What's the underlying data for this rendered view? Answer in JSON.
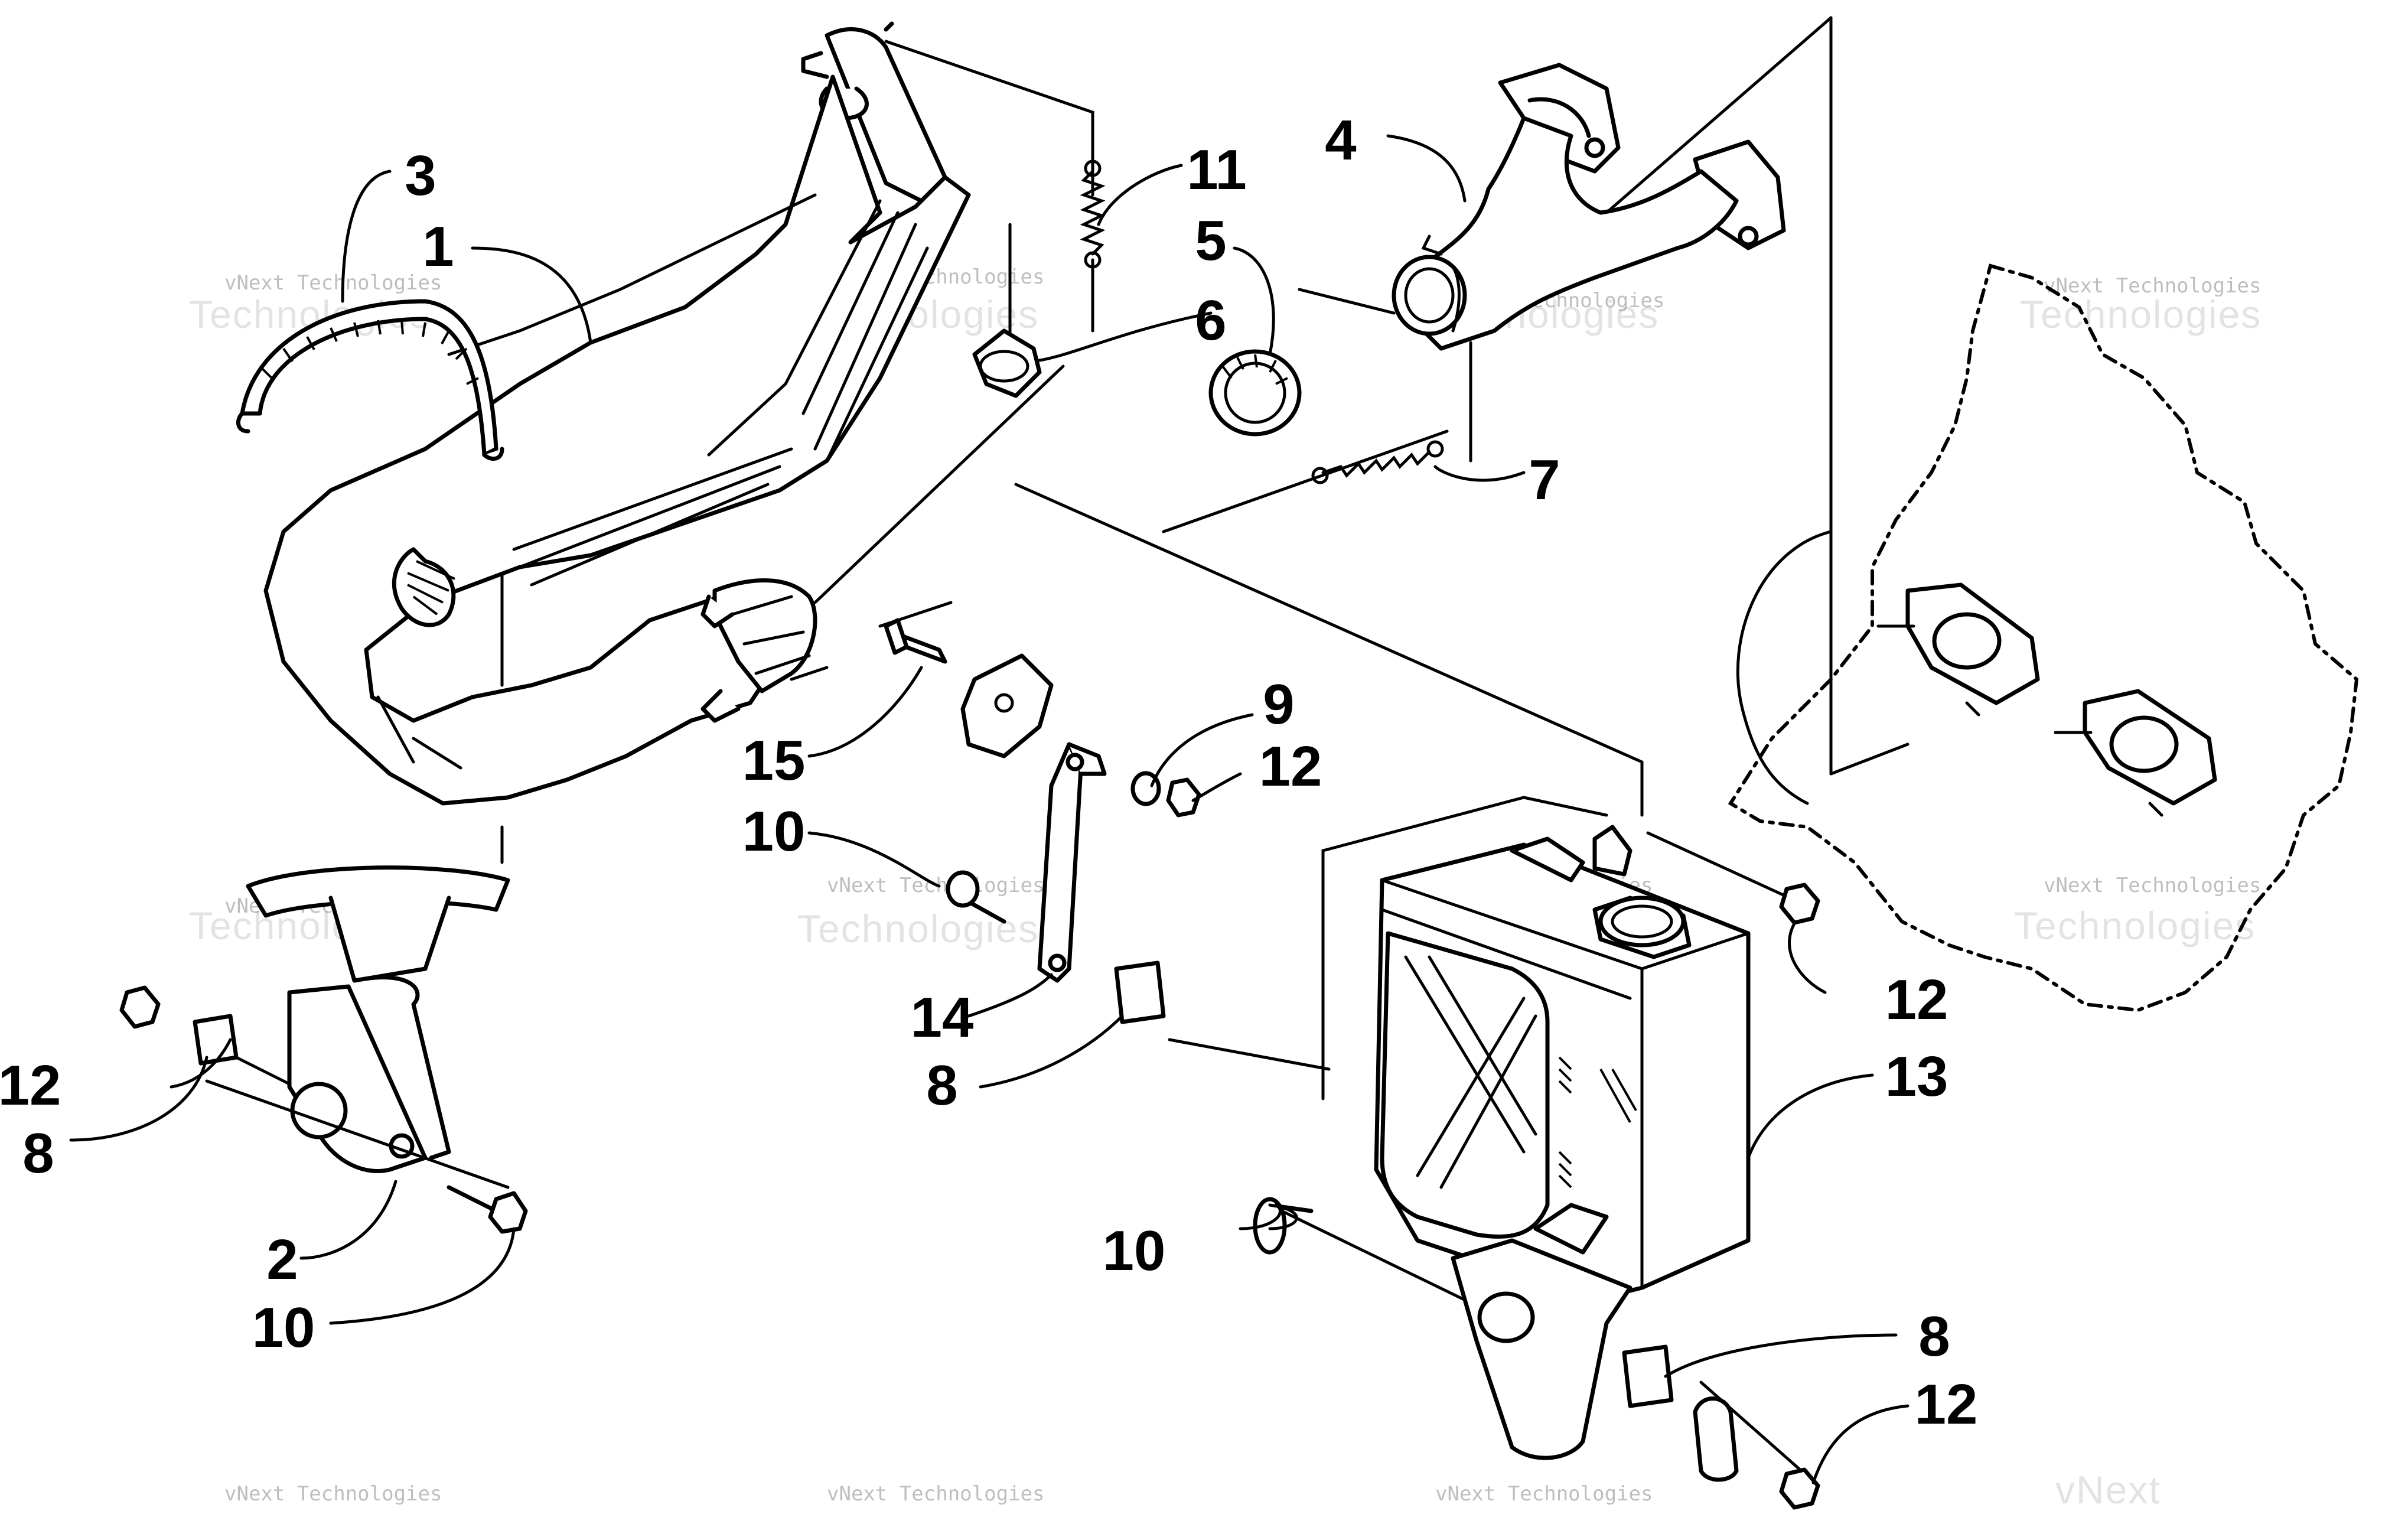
{
  "diagram": {
    "callouts": [
      "1",
      "2",
      "3",
      "4",
      "5",
      "6",
      "7",
      "8",
      "9",
      "10",
      "11",
      "12",
      "13",
      "14",
      "15"
    ],
    "watermark": {
      "line1": "vNext Technologies",
      "line2": "vNext",
      "line3": "Technologies"
    }
  }
}
